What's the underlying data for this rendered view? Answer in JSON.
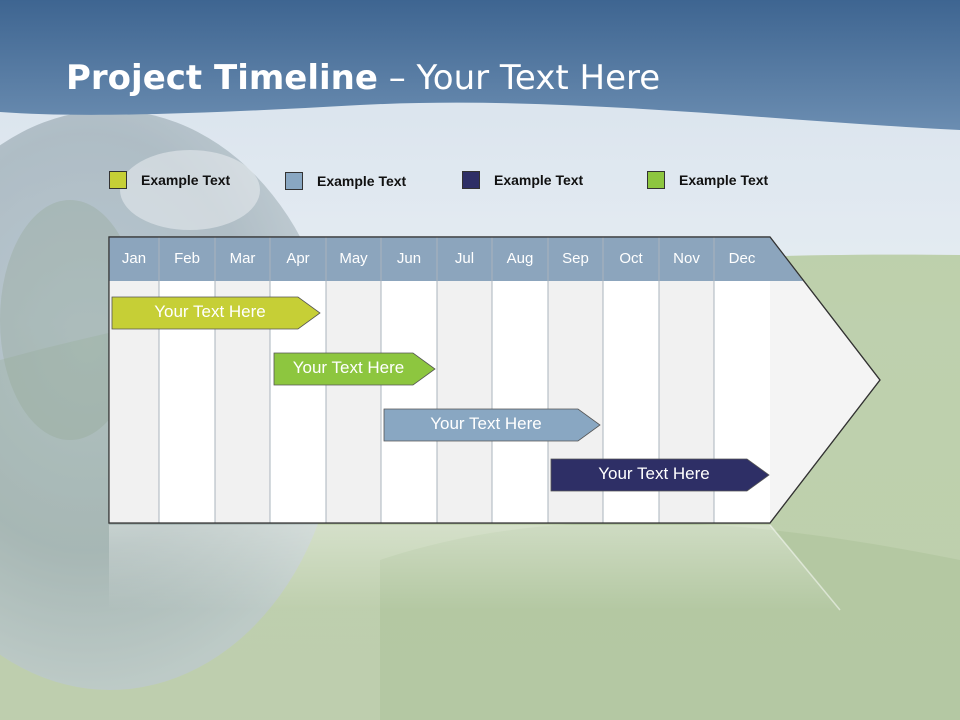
{
  "slide": {
    "title_bold": "Project Timeline",
    "title_rest": " – Your Text Here"
  },
  "legend": [
    {
      "label": "Example Text",
      "color": "#c6cf36"
    },
    {
      "label": "Example Text",
      "color": "#89a7c2"
    },
    {
      "label": "Example Text",
      "color": "#2e2f66"
    },
    {
      "label": "Example Text",
      "color": "#8dc63f"
    }
  ],
  "months": [
    "Jan",
    "Feb",
    "Mar",
    "Apr",
    "May",
    "Jun",
    "Jul",
    "Aug",
    "Sep",
    "Oct",
    "Nov",
    "Dec"
  ],
  "colors": {
    "header": "#8ca5bd",
    "lime": "#c6cf36",
    "green": "#8dc63f",
    "steel": "#89a7c2",
    "navy": "#2e2f66"
  },
  "tasks": [
    {
      "label": "Your  Text Here",
      "start_month": "Jan",
      "end_month": "Apr",
      "color": "#c6cf36"
    },
    {
      "label": "Your  Text Here",
      "start_month": "Apr",
      "end_month": "Jun",
      "color": "#8dc63f"
    },
    {
      "label": "Your  Text Here",
      "start_month": "Jun",
      "end_month": "Sep",
      "color": "#89a7c2"
    },
    {
      "label": "Your  Text Here",
      "start_month": "Sep",
      "end_month": "Dec",
      "color": "#2e2f66"
    }
  ]
}
